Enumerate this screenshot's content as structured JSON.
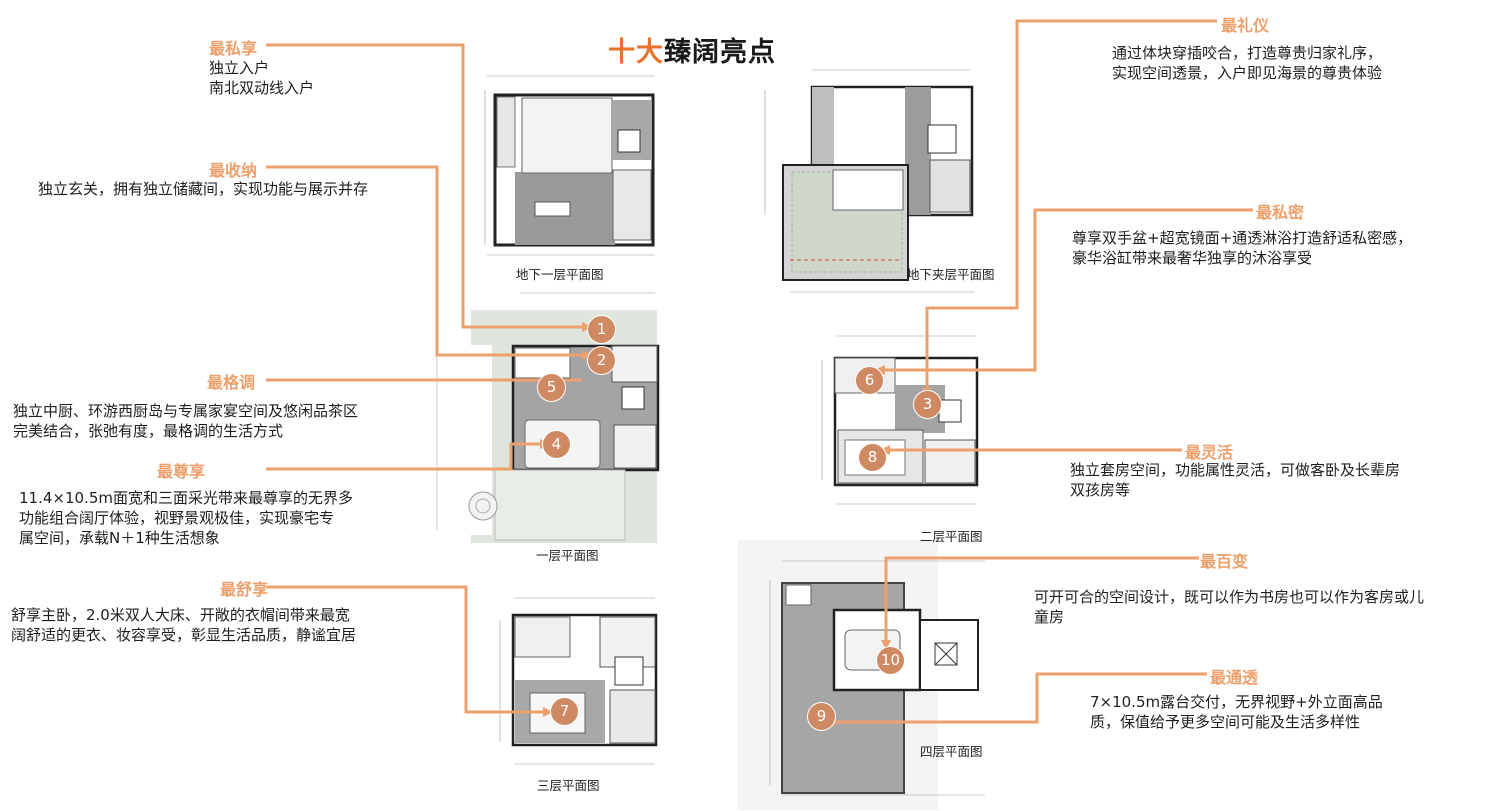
{
  "colors": {
    "accent": "#eea06c",
    "marker": "#cf8a63",
    "titleAccent": "#e8722a"
  },
  "title": {
    "part1": "十大",
    "part2": "臻阔亮点"
  },
  "highlights": {
    "h1": {
      "title": "最私享",
      "desc": "独立入户\n南北双动线入户"
    },
    "h2": {
      "title": "最收纳",
      "desc": "独立玄关，拥有独立储藏间，实现功能与展示并存"
    },
    "h3": {
      "title": "最格调",
      "desc": "独立中厨、环游西厨岛与专属家宴空间及悠闲品茶区\n完美结合，张弛有度，最格调的生活方式"
    },
    "h4": {
      "title": "最尊享",
      "desc": "11.4×10.5m面宽和三面采光带来最尊享的无界多\n功能组合阔厅体验，视野景观极佳，实现豪宅专\n属空间，承载N＋1种生活想象"
    },
    "h5": {
      "title": "最舒享",
      "desc": "舒享主卧，2.0米双人大床、开敞的衣帽间带来最宽\n阔舒适的更衣、妆容享受，彰显生活品质，静谧宜居"
    },
    "h6": {
      "title": "最礼仪",
      "desc": "通过体块穿插咬合，打造尊贵归家礼序，\n实现空间透景，入户即见海景的尊贵体验"
    },
    "h7": {
      "title": "最私密",
      "desc": "尊享双手盆+超宽镜面+通透淋浴打造舒适私密感，\n豪华浴缸带来最奢华独享的沐浴享受"
    },
    "h8": {
      "title": "最灵活",
      "desc": "独立套房空间，功能属性灵活，可做客卧及长辈房\n双孩房等"
    },
    "h9": {
      "title": "最百变",
      "desc": "可开可合的空间设计，既可以作为书房也可以作为客房或儿\n童房"
    },
    "h10": {
      "title": "最通透",
      "desc": "7×10.5m露台交付，无界视野+外立面高品\n质，保值给予更多空间可能及生活多样性"
    }
  },
  "plans": {
    "b1": "地下一层平面图",
    "bm": "地下夹层平面图",
    "f1": "一层平面图",
    "f2": "二层平面图",
    "f3": "三层平面图",
    "f4": "四层平面图"
  },
  "markers": [
    "1",
    "2",
    "3",
    "4",
    "5",
    "6",
    "7",
    "8",
    "9",
    "10"
  ]
}
